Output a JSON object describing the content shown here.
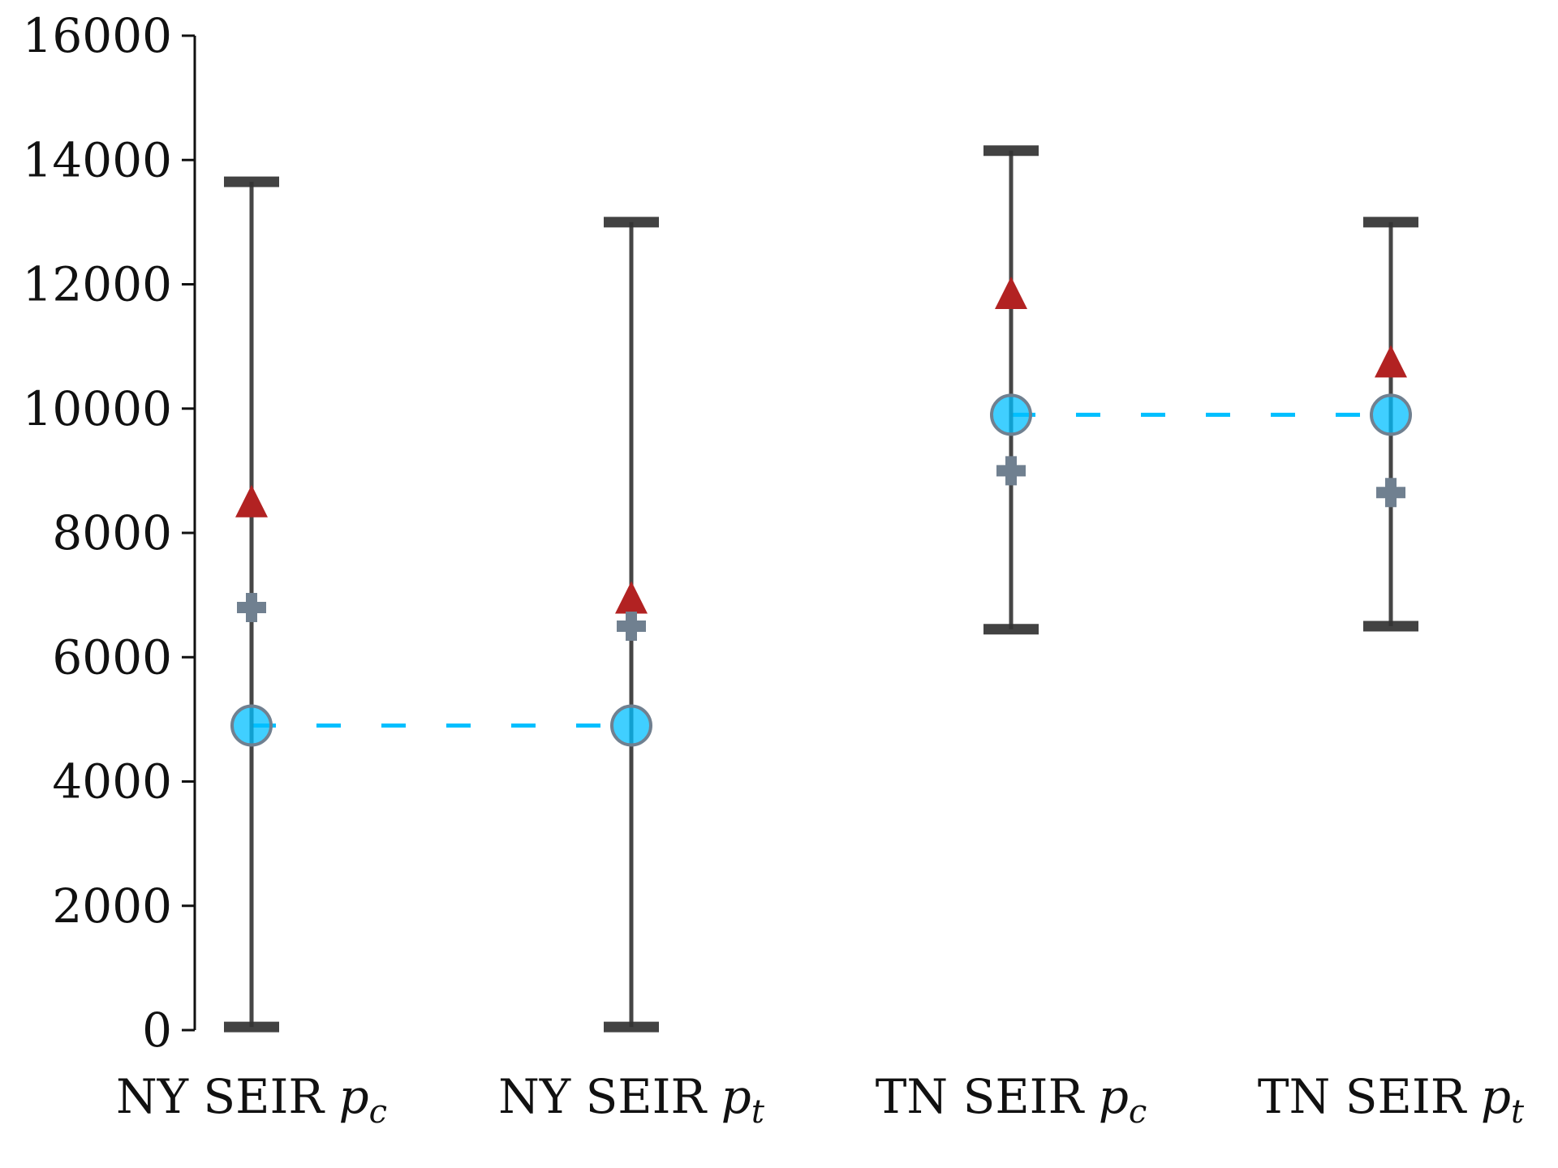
{
  "chart_data": {
    "type": "scatter",
    "title": "",
    "xlabel": "",
    "ylabel": "",
    "ylim": [
      0,
      16000
    ],
    "yticks": [
      0,
      2000,
      4000,
      6000,
      8000,
      10000,
      12000,
      14000,
      16000
    ],
    "grid": false,
    "legend": "none",
    "categories": [
      {
        "base": "NY SEIR ",
        "var": "p",
        "sub": "c"
      },
      {
        "base": "NY SEIR ",
        "var": "p",
        "sub": "t"
      },
      {
        "base": "TN SEIR ",
        "var": "p",
        "sub": "c"
      },
      {
        "base": "TN SEIR ",
        "var": "p",
        "sub": "t"
      }
    ],
    "error_bars": [
      {
        "low": 50,
        "high": 13650
      },
      {
        "low": 50,
        "high": 13000
      },
      {
        "low": 6450,
        "high": 14150
      },
      {
        "low": 6500,
        "high": 13000
      }
    ],
    "series": [
      {
        "marker": "triangle",
        "color": "#b22222",
        "values": [
          8450,
          6900,
          11800,
          10700
        ]
      },
      {
        "marker": "plus",
        "color": "#708090",
        "values": [
          6800,
          6500,
          9000,
          8650
        ]
      },
      {
        "marker": "circle",
        "color": "#00bfff",
        "values": [
          4900,
          4900,
          9900,
          9900
        ]
      }
    ],
    "dashed_links": [
      {
        "from": 0,
        "to": 1,
        "value": 4900,
        "color": "#00bfff"
      },
      {
        "from": 2,
        "to": 3,
        "value": 9900,
        "color": "#00bfff"
      }
    ]
  }
}
